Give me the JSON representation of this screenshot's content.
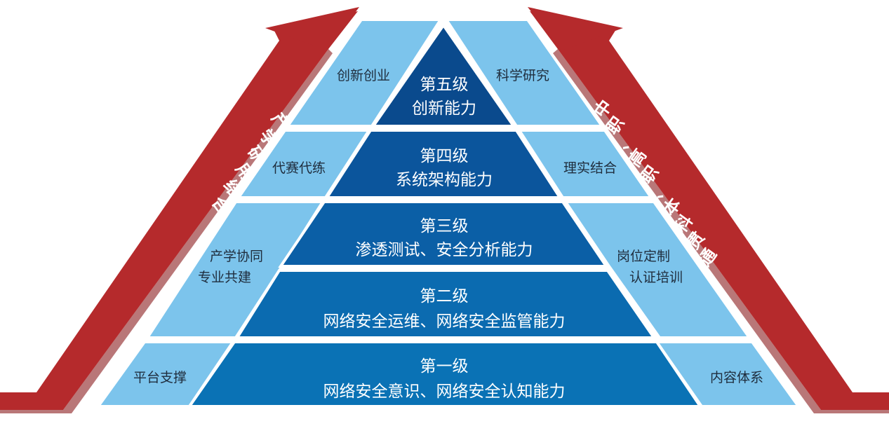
{
  "colors": {
    "arrow_red": "#b52a2c",
    "arrow_dark": "#8a1c1e",
    "side_blue": "#7cc4ec",
    "side_border": "#ffffff",
    "level_1": "#0a72b5",
    "level_2": "#0b6bb0",
    "level_3": "#0b5fa6",
    "level_4": "#0b559c",
    "level_5": "#0a4a8d"
  },
  "left_arrow_label": [
    "产",
    "学",
    "研",
    "用",
    "结",
    "合"
  ],
  "right_arrow_label": [
    "中",
    "职",
    "、",
    "高",
    "职",
    "、",
    "本",
    "科",
    "贯",
    "通"
  ],
  "levels": [
    {
      "title": "第五级",
      "subtitle": "创新能力",
      "left": "创新创业",
      "right": "科学研究"
    },
    {
      "title": "第四级",
      "subtitle": "系统架构能力",
      "left": "代赛代练",
      "right": "理实结合"
    },
    {
      "title": "第三级",
      "subtitle": "渗透测试、安全分析能力",
      "left": "",
      "right": ""
    },
    {
      "title": "第二级",
      "subtitle": "网络安全运维、网络安全监管能力",
      "left": "",
      "right": ""
    },
    {
      "title": "第一级",
      "subtitle": "网络安全意识、网络安全认知能力",
      "left": "平台支撑",
      "right": "内容体系"
    }
  ],
  "merged_left": [
    "产学协同",
    "专业共建"
  ],
  "merged_right": [
    "岗位定制",
    "认证培训"
  ]
}
